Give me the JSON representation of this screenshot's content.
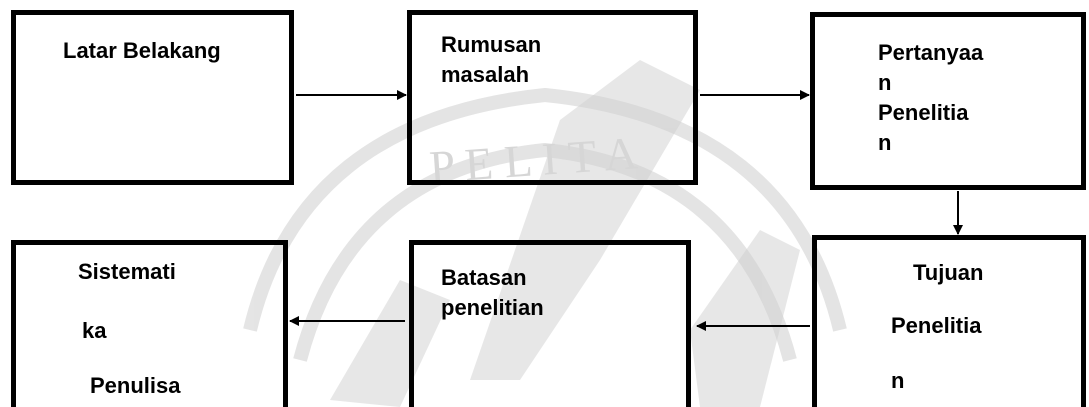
{
  "boxes": {
    "latar_belakang": {
      "lines": [
        "Latar Belakang"
      ]
    },
    "rumusan_masalah": {
      "lines": [
        "Rumusan",
        "masalah"
      ]
    },
    "pertanyaan_penelitian": {
      "lines": [
        "Pertanyaa",
        "n",
        "Penelitia",
        "n"
      ]
    },
    "tujuan_penelitian": {
      "lines": [
        "Tujuan",
        "Penelitia",
        "n"
      ]
    },
    "batasan_penelitian": {
      "lines": [
        "Batasan",
        "penelitian"
      ]
    },
    "sistematika_penulisan": {
      "lines": [
        "Sistemati",
        "ka",
        "Penulisa"
      ]
    }
  },
  "watermark": {
    "text": "P E L I T A",
    "color": "#c8c8c8"
  },
  "colors": {
    "border": "#000000",
    "arrow": "#000000",
    "text": "#000000"
  }
}
